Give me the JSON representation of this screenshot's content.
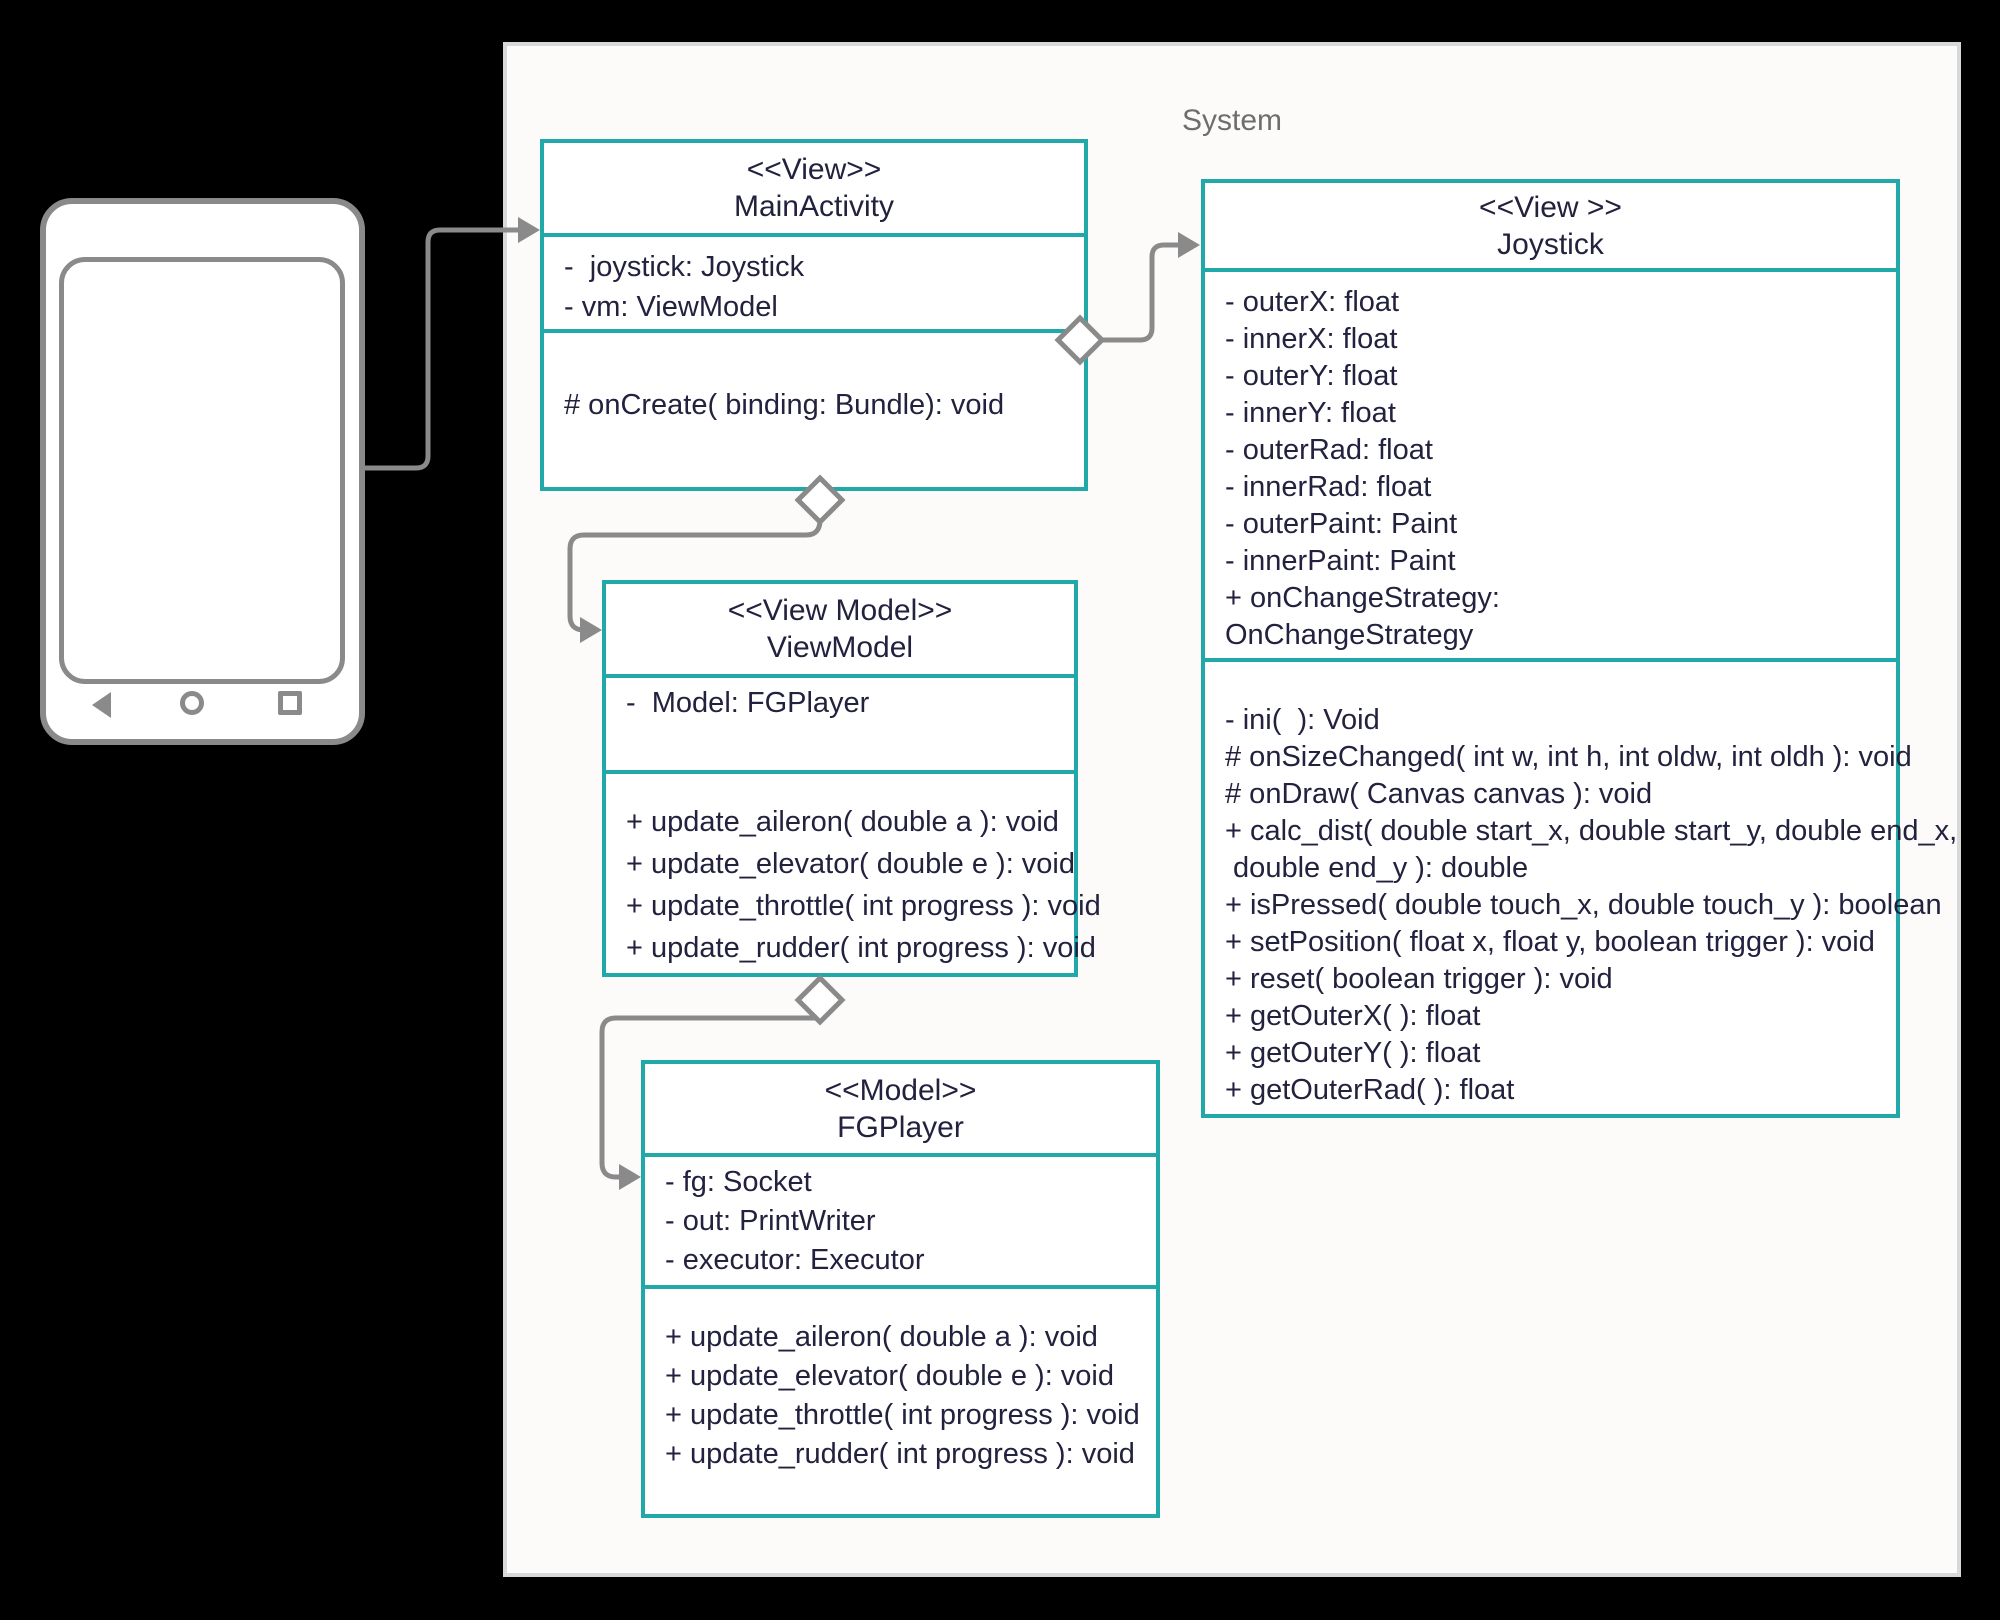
{
  "system": {
    "label": "System"
  },
  "classes": {
    "main_activity": {
      "stereotype": "<<View>>",
      "name": "MainActivity",
      "attributes": [
        "-  joystick: Joystick",
        "- vm: ViewModel"
      ],
      "methods": [
        "# onCreate( binding: Bundle): void"
      ]
    },
    "joystick": {
      "stereotype": "<<View >>",
      "name": "Joystick",
      "attributes": [
        "- outerX: float",
        "- innerX: float",
        "- outerY: float",
        "- innerY: float",
        "- outerRad: float",
        "- innerRad: float",
        "- outerPaint: Paint",
        "- innerPaint: Paint",
        "+ onChangeStrategy:",
        "OnChangeStrategy"
      ],
      "methods": [
        "- ini(  ): Void",
        "# onSizeChanged( int w, int h, int oldw, int oldh ): void",
        "# onDraw( Canvas canvas ): void",
        "+ calc_dist( double start_x, double start_y, double end_x,",
        " double end_y ): double",
        "+ isPressed( double touch_x, double touch_y ): boolean",
        "+ setPosition( float x, float y, boolean trigger ): void",
        "+ reset( boolean trigger ): void",
        "+ getOuterX( ): float",
        "+ getOuterY( ): float",
        "+ getOuterRad( ): float"
      ]
    },
    "view_model": {
      "stereotype": "<<View Model>>",
      "name": "ViewModel",
      "attributes": [
        "-  Model: FGPlayer"
      ],
      "methods": [
        "+ update_aileron( double a ): void",
        "+ update_elevator( double e ): void",
        "+ update_throttle( int progress ): void",
        "+ update_rudder( int progress ): void"
      ]
    },
    "fg_player": {
      "stereotype": "<<Model>>",
      "name": "FGPlayer",
      "attributes": [
        "- fg: Socket",
        "- out: PrintWriter",
        "- executor: Executor"
      ],
      "methods": [
        "+ update_aileron( double a ): void",
        "+ update_elevator( double e ): void",
        "+ update_throttle( int progress ): void",
        "+ update_rudder( int progress ): void"
      ]
    }
  },
  "device": {
    "type": "android-phone-wireframe",
    "nav_icons": [
      "back",
      "home",
      "recents"
    ]
  },
  "relationships": [
    {
      "from": "device",
      "to": "MainActivity",
      "type": "directed-arrow"
    },
    {
      "from": "MainActivity",
      "to": "Joystick",
      "type": "aggregation-arrow"
    },
    {
      "from": "MainActivity",
      "to": "ViewModel",
      "type": "aggregation-arrow"
    },
    {
      "from": "ViewModel",
      "to": "FGPlayer",
      "type": "aggregation-arrow"
    }
  ],
  "colors": {
    "accent_teal": "#21A8A8",
    "connector_gray": "#8A8A8A",
    "text_dark": "#22223E",
    "system_bg": "#FCFBF9",
    "system_border": "#D8D8D8",
    "canvas_bg": "#000000"
  }
}
